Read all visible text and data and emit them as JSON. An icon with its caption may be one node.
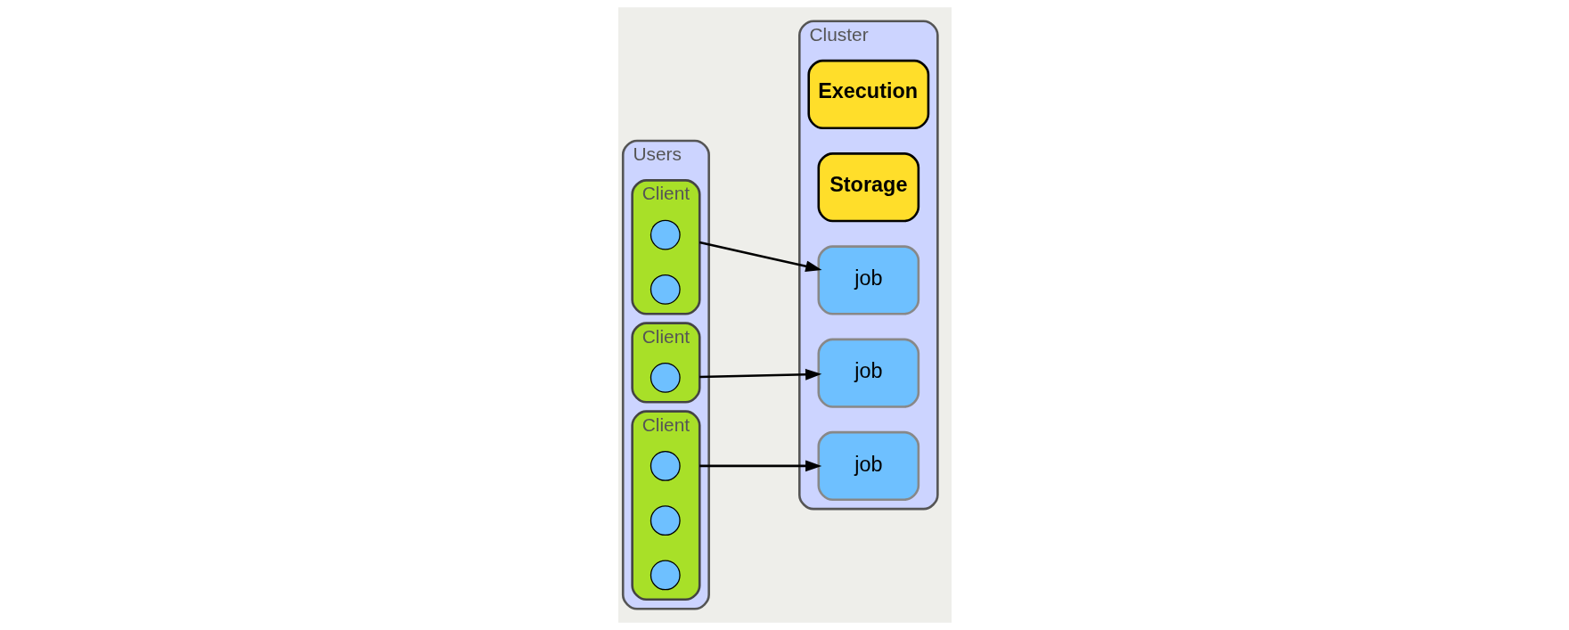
{
  "diagram": {
    "nodes": [
      {
        "text": [
          "Users"
        ]
      },
      {
        "text": [
          "Client"
        ],
        "in": 0
      },
      {
        "text": [],
        "shape": "circle",
        "in": 1
      },
      {
        "text": [],
        "shape": "circle",
        "in": 1
      },
      {
        "text": [
          "Client"
        ],
        "in": 0
      },
      {
        "text": [],
        "shape": "circle",
        "in": 4
      },
      {
        "text": [
          "Client"
        ],
        "in": 0
      },
      {
        "text": [],
        "shape": "circle",
        "in": 6
      },
      {
        "text": [],
        "shape": "circle",
        "in": 6
      },
      {
        "text": [],
        "shape": "circle",
        "in": 6
      },
      {
        "text": [
          "Cluster"
        ]
      },
      {
        "text": [
          "Execution"
        ],
        "in": 10
      },
      {
        "text": [
          "Storage"
        ],
        "in": 10
      },
      {
        "text": [
          "job"
        ],
        "in": 10
      },
      {
        "text": [
          "job"
        ],
        "in": 10
      },
      {
        "text": [
          "job"
        ],
        "in": 10
      }
    ],
    "edges": [
      {
        "from": 1,
        "to": 13,
        "arrow": "to"
      },
      {
        "from": 4,
        "to": 14,
        "arrow": "to"
      },
      {
        "from": 6,
        "to": 15,
        "arrow": "to"
      }
    ]
  }
}
